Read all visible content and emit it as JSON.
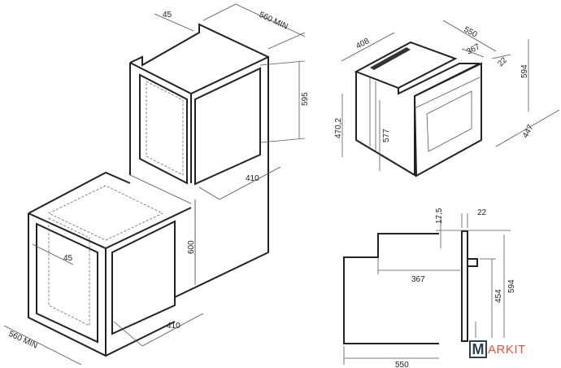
{
  "title": "Built-in oven installation dimensions",
  "left_drawing": {
    "column_top_depth": "45",
    "column_width": "560 MIN",
    "column_niche_height": "595",
    "column_niche_depth": "410",
    "under_counter_depth": "45",
    "under_counter_height": "600",
    "under_counter_niche_depth": "410",
    "under_counter_width": "560 MIN"
  },
  "iso_view": {
    "depth_top": "408",
    "width": "550",
    "body_depth": "367",
    "door_thickness": "22",
    "height": "594",
    "front_width": "447",
    "side_height": "470,2",
    "body_height": "577"
  },
  "side_view": {
    "top_offset": "17,5",
    "door_thickness": "22",
    "body_depth": "367",
    "handle_height": "454",
    "height": "594",
    "total_depth": "550"
  },
  "logo": {
    "first": "M",
    "rest": "ARKIT"
  }
}
